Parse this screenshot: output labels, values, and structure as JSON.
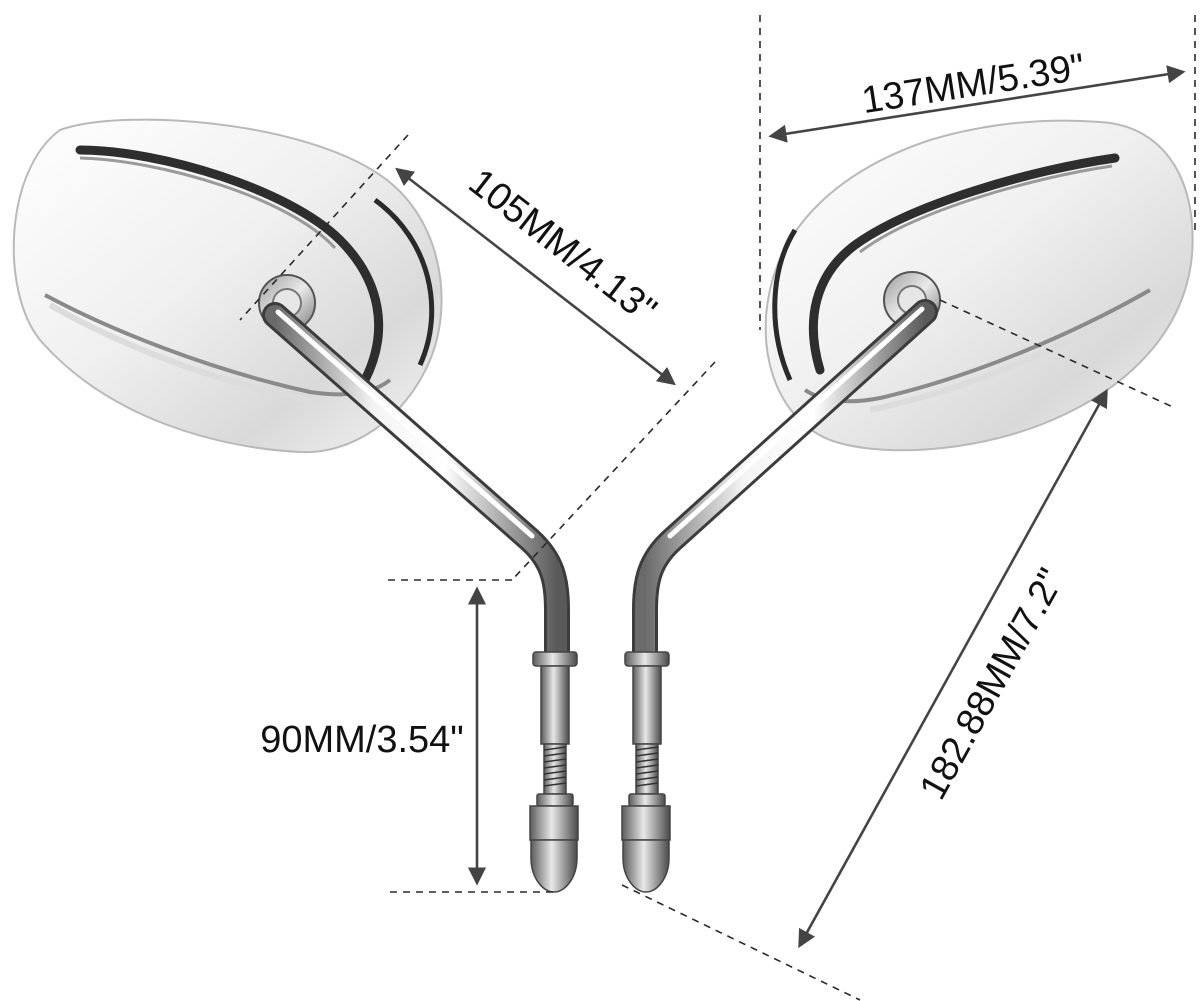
{
  "dimensions": {
    "width_label": "137MM/5.39\"",
    "arm_label": "105MM/4.13\"",
    "stem_label": "90MM/3.54\"",
    "total_label": "182.88MM/7.2\""
  },
  "colors": {
    "background": "#ffffff",
    "chrome_light": "#f7f7f7",
    "chrome_mid": "#cfcfcf",
    "chrome_dark": "#3a3a3a",
    "dimension_line": "#444444",
    "text": "#111111"
  },
  "icons": {
    "mirror": "chrome-mirror-icon",
    "arrow": "double-arrow-icon"
  }
}
